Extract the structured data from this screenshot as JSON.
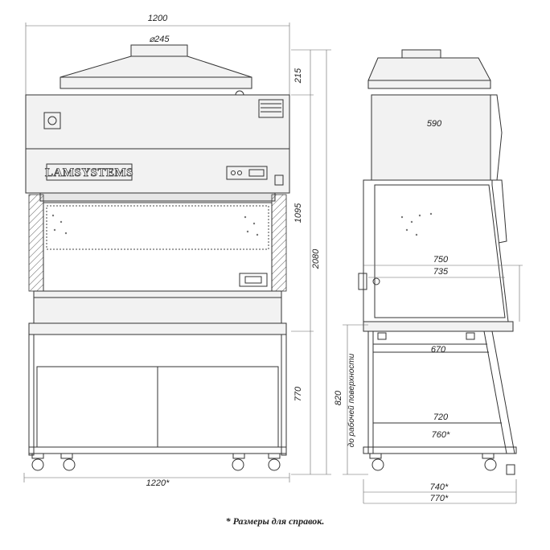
{
  "front_view": {
    "width_top": "1200",
    "duct_diameter": "⌀245",
    "height_top": "215",
    "height_middle": "1095",
    "height_total": "2080",
    "height_lower": "770",
    "width_bottom": "1220*",
    "brand_label": "LAMSYSTEMS"
  },
  "side_view": {
    "depth_top": "590",
    "depth_750": "750",
    "depth_735": "735",
    "depth_670": "670",
    "depth_720": "720",
    "depth_760": "760*",
    "depth_740": "740*",
    "depth_770": "770*",
    "work_surface_height": "820",
    "work_surface_note": "до рабочей поверхности"
  },
  "footnote": "* Размеры для справок."
}
